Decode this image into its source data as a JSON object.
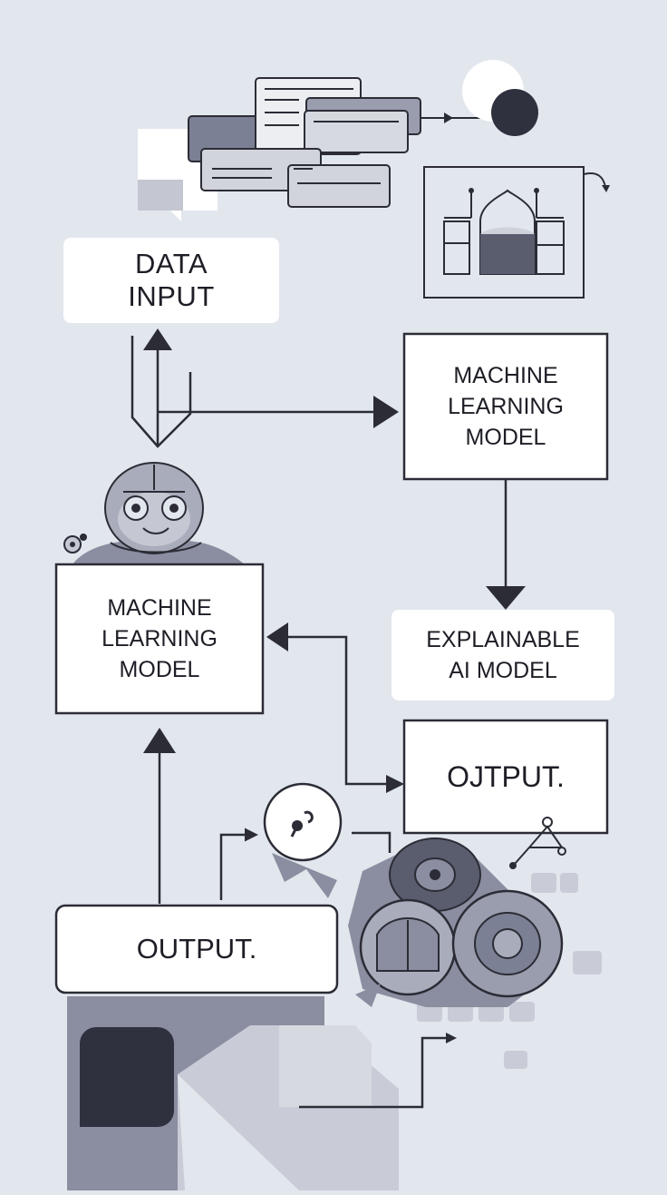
{
  "nodes": {
    "data_input": {
      "lines": [
        "DATA",
        "INPUT"
      ]
    },
    "ml_model_right": {
      "lines": [
        "MACHINE",
        "LEARNING",
        "MODEL"
      ]
    },
    "ml_model_left": {
      "lines": [
        "MACHINE",
        "LEARNING",
        "MODEL"
      ]
    },
    "explainable_ai": {
      "lines": [
        "EXPLAINABLE",
        "AI MODEL"
      ]
    },
    "output_right": {
      "lines": [
        "OJTPUT."
      ]
    },
    "output_left": {
      "lines": [
        "OUTPUT."
      ]
    }
  },
  "colors": {
    "background": "#e2e6ed",
    "ink": "#2b2c36",
    "dark": "#3b3d4e",
    "mid": "#8a8ea0",
    "light": "#c9ccd6",
    "panel": "#ffffff"
  },
  "icons": [
    "document-stack-icon",
    "toggle-node-icon",
    "circuit-board-icon",
    "robot-icon",
    "gear-icon",
    "key-bubble-icon",
    "brain-cluster-icon",
    "network-node-icon"
  ]
}
